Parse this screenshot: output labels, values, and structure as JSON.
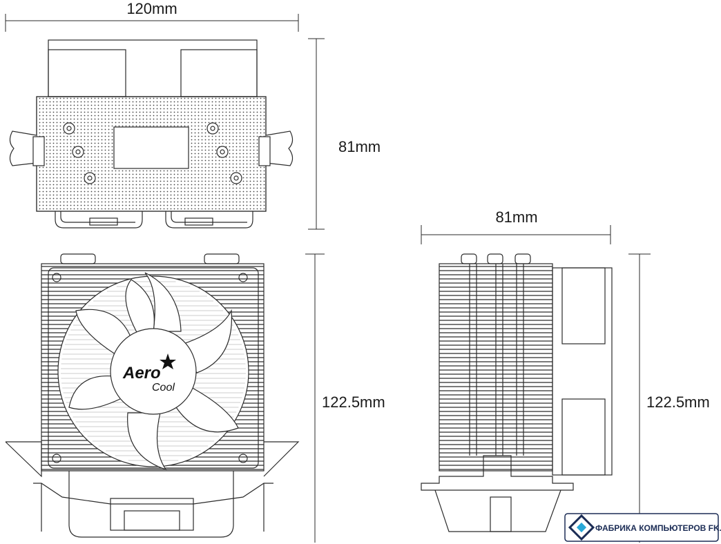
{
  "dimensions": {
    "top_width": "120mm",
    "top_depth": "81mm",
    "side_width": "81mm",
    "front_height": "122.5mm",
    "side_height": "122.5mm"
  },
  "brand": {
    "line1": "Aero",
    "line2": "Cool"
  },
  "watermark": {
    "text": "ФАБРИКА КОМПЬЮТЕРОВ FK.BY"
  },
  "colors": {
    "line": "#2a2a2a",
    "watermark": "#1b2c55",
    "watermark_accent": "#29a8d8"
  }
}
